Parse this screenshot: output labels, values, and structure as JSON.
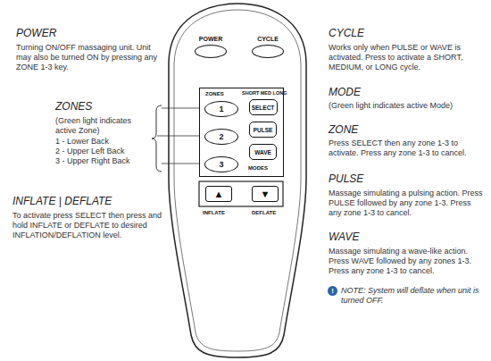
{
  "diagram": {
    "nodes": [
      {
        "text": [
          "POWER"
        ]
      },
      {
        "text": [
          "CYCLE"
        ]
      },
      {
        "text": [
          "ZONES",
          "SHORT MED LONG",
          "MODES"
        ]
      },
      {
        "text": [
          "1"
        ],
        "in": 2
      },
      {
        "text": [
          "2"
        ],
        "in": 2
      },
      {
        "text": [
          "3"
        ],
        "in": 2
      },
      {
        "text": [
          "SELECT"
        ],
        "in": 2
      },
      {
        "text": [
          "PULSE"
        ],
        "in": 2
      },
      {
        "text": [
          "WAVE"
        ],
        "in": 2
      },
      {
        "text": [
          "▲"
        ]
      },
      {
        "text": [
          "▼"
        ]
      }
    ],
    "labels": [
      "POWER",
      "Turning ON/OFF massaging unit. Unit may also be turned ON by pressing any ZONE 1-3 key.",
      "ZONES",
      "(Green light indicates active Zone)",
      "1 - Lower Back",
      "2 - Upper Left Back",
      "3 - Upper Right Back",
      "INFLATE | DEFLATE",
      "To activate press SELECT then press and hold INFLATE or DEFLATE to desired INFLATION/DEFLATION level.",
      "INFLATE",
      "DEFLATE",
      "CYCLE",
      "Works only when PULSE or WAVE is activated. Press to activate a SHORT, MEDIUM, or LONG cycle.",
      "MODE",
      "(Green light indicates active Mode)",
      "ZONE",
      "Press SELECT then any zone 1-3 to activate. Press any zone 1-3 to cancel.",
      "PULSE",
      "Massage simulating a pulsing action. Press PULSE followed by any zone 1-3. Press any zone 1-3 to cancel.",
      "WAVE",
      "Massage simulating a wave-like action. Press WAVE followed by any zones 1-3. Press any zone 1-3 to cancel.",
      "!",
      "NOTE: System will deflate when unit is turned OFF."
    ]
  }
}
